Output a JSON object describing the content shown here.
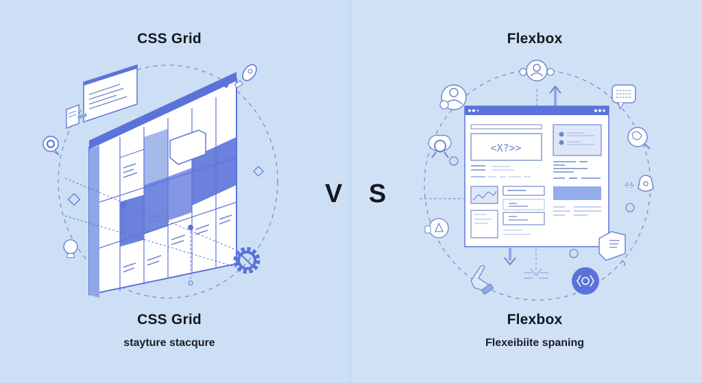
{
  "left": {
    "title": "CSS Grid",
    "caption_title": "CSS Grid",
    "caption_subtitle": "stayture stacqure",
    "icons": [
      "browser-window-icon",
      "chat-bubble-icon",
      "document-icon",
      "rocket-icon",
      "diamond-icon",
      "lightbulb-icon",
      "gear-icon"
    ]
  },
  "vs_label": "V S",
  "right": {
    "title": "Flexbox",
    "caption_title": "Flexbox",
    "caption_subtitle": "Flexeibiite spaning",
    "code_glyph": "<X?>>",
    "icons": [
      "user-group-icon",
      "user-icon",
      "message-icon",
      "headset-icon",
      "search-icon",
      "cube-icon",
      "chart-icon",
      "pointer-hand-icon",
      "code-badge-icon",
      "document-bubble-icon",
      "arrow-up-icon",
      "arrow-down-icon"
    ]
  },
  "colors": {
    "background_left": "#cddff4",
    "background_right": "#d0e1f6",
    "accent": "#5b73d9",
    "accent_light": "#8fa7e6",
    "line": "#6f86c9",
    "text": "#14171f"
  }
}
